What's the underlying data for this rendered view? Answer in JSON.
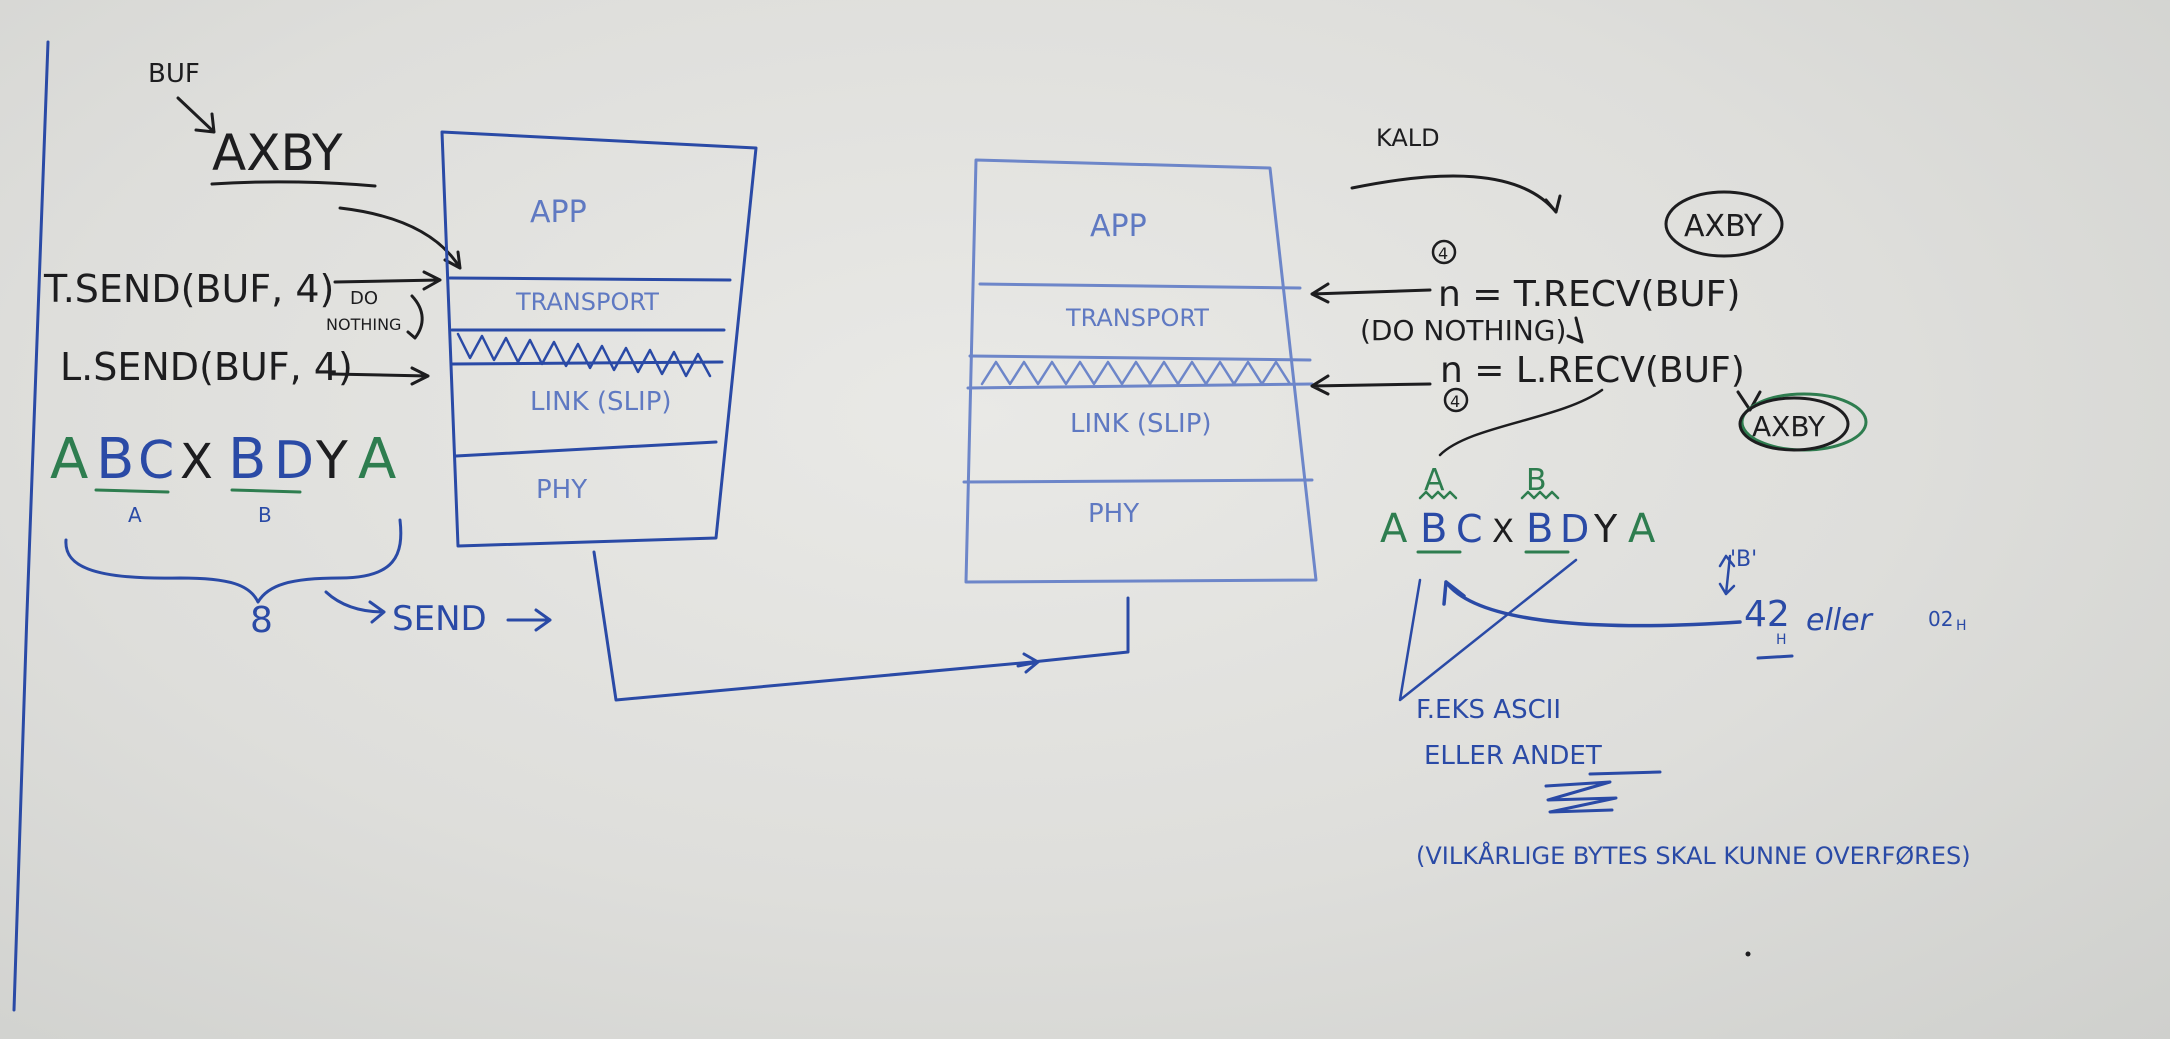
{
  "left": {
    "buf_label": "BUF",
    "buf_value": "AXBY",
    "t_send": "T.SEND(BUF, 4)",
    "do_nothing_1": "DO",
    "do_nothing_2": "NOTHING",
    "l_send": "L.SEND(BUF, 4)",
    "encoded": "ABCXBDYA",
    "sub_a": "A",
    "sub_b": "B",
    "count": "8",
    "send_label": "SEND"
  },
  "stack_left": {
    "app": "APP",
    "transport": "TRANSPORT",
    "link": "LINK (SLIP)",
    "phy": "PHY"
  },
  "stack_right": {
    "app": "APP",
    "transport": "TRANSPORT",
    "link": "LINK (SLIP)",
    "phy": "PHY"
  },
  "right": {
    "kald": "KALD",
    "t_recv": "n = T.RECV(BUF)",
    "do_nothing": "(DO NOTHING)",
    "l_recv": "n = L.RECV(BUF)",
    "n4_top": "4",
    "n4_bottom": "4",
    "axby_top": "AXBY",
    "axby_bottom": "AXBY",
    "encoded": "ABCXBDYA",
    "over_a": "A",
    "over_b": "B",
    "quote_b": "'B'",
    "hex_42": "42",
    "hex_sub": "H",
    "eller": "eller",
    "hex_02": "02",
    "hex_02_sub": "H",
    "feks": "F.EKS ASCII",
    "eller_andet": "ELLER ANDET",
    "note": "(VILKÅRLIGE BYTES SKAL KUNNE OVERFØRES)"
  },
  "colors": {
    "marker_blue": "#2a4aa6",
    "marker_black": "#1d1d1f",
    "marker_green": "#2e7d4f"
  }
}
